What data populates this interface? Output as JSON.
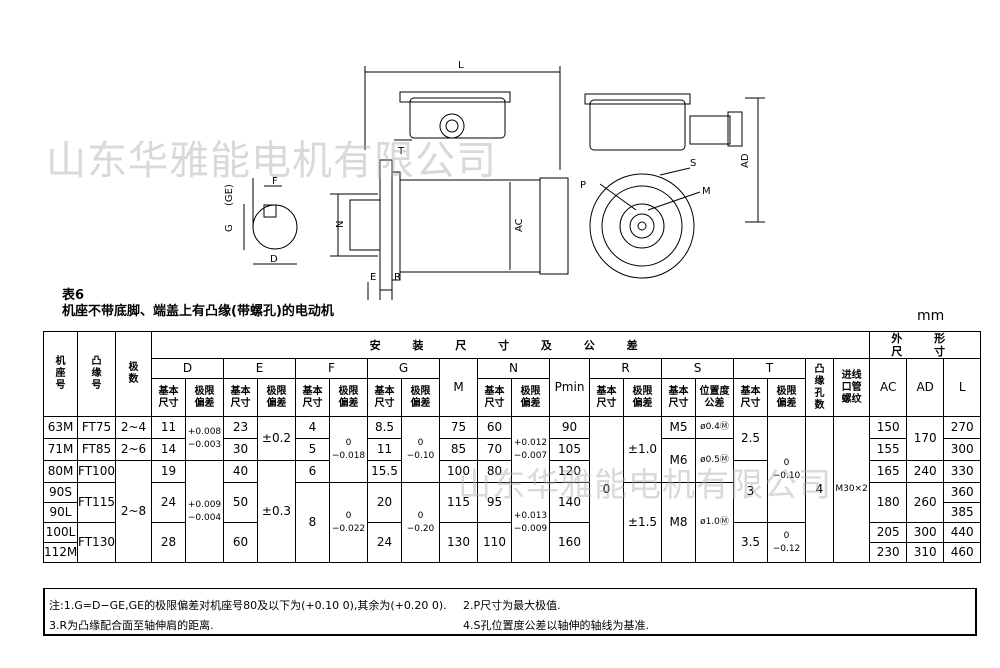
{
  "watermark": {
    "text": "山东华雅能电机有限公司"
  },
  "drawing_labels": {
    "L": "L",
    "T": "T",
    "AD": "AD",
    "AC": "AC",
    "N": "N",
    "E": "E",
    "R": "R",
    "F": "F",
    "GE": "(GE)",
    "G": "G",
    "D": "D",
    "P": "P",
    "S": "S",
    "M": "M"
  },
  "caption": {
    "line1": "表6",
    "line2": "机座不带底脚、端盖上有凸缘(带螺孔)的电动机"
  },
  "unit": "mm",
  "table": {
    "head_frame": "机\n座\n号",
    "head_flange": "凸\n缘\n号",
    "head_poles": "极\n数",
    "head_install": "安 装 尺 寸 及 公 差",
    "head_outline": "外 形 尺 寸",
    "groups": {
      "D": "D",
      "E": "E",
      "F": "F",
      "G": "G",
      "M": "M",
      "N": "N",
      "P": "Pmin",
      "R": "R",
      "S": "S",
      "T": "T"
    },
    "flange_holes": "凸\n缘\n孔\n数",
    "conduit": "进线\n口管\n螺纹",
    "sub": {
      "basic": "基本\n尺寸",
      "limit": "极限\n偏差",
      "pos": "位置度\n公差"
    },
    "AC": "AC",
    "AD": "AD",
    "L": "L",
    "rows": [
      {
        "frame": "63M",
        "flange": "FT75",
        "poles": "2~4",
        "D": "11",
        "E": "23",
        "F": "4",
        "G": "8.5",
        "M": "75",
        "N": "60",
        "P": "90",
        "S": "M5",
        "S_pos": "ø0.4Ⓜ",
        "AC": "150",
        "L": "270"
      },
      {
        "frame": "71M",
        "flange": "FT85",
        "poles": "2~6",
        "D": "14",
        "E": "30",
        "F": "5",
        "G": "11",
        "M": "85",
        "N": "70",
        "P": "105",
        "AC": "155",
        "L": "300"
      },
      {
        "frame": "80M",
        "flange": "FT100",
        "D": "19",
        "E": "40",
        "F": "6",
        "G": "15.5",
        "M": "100",
        "N": "80",
        "P": "120",
        "AC": "165",
        "AD": "240",
        "L": "330"
      },
      {
        "frame": "90S",
        "L": "360"
      },
      {
        "frame": "90L",
        "L": "385"
      },
      {
        "frame": "100L",
        "AC": "205",
        "AD": "300",
        "L": "440"
      },
      {
        "frame": "112M",
        "AC": "230",
        "AD": "310",
        "L": "460"
      }
    ],
    "merged": {
      "flange_90": "FT115",
      "flange_100": "FT130",
      "poles_80": "2~8",
      "D_90": "24",
      "D_100": "28",
      "E_90": "50",
      "E_100": "60",
      "F_90": "8",
      "G_90": "20",
      "G_100": "24",
      "M_90": "115",
      "N_90": "95",
      "M_100": "130",
      "N_100": "110",
      "P_90": "140",
      "P_100": "160",
      "D_tol1": "+0.008\n−0.003",
      "D_tol2": "+0.009\n−0.004",
      "E_tol1": "±0.2",
      "E_tol2": "±0.3",
      "F_tol1": "0\n−0.018",
      "F_tol2": "0\n−0.022",
      "G_tol1": "0\n−0.10",
      "G_tol2": "0\n−0.20",
      "N_tol1": "+0.012\n−0.007",
      "N_tol2": "+0.013\n−0.009",
      "R_val": "0",
      "R_tol1": "±1.0",
      "R_tol2": "±1.5",
      "S_71": "M6",
      "S_pos_71": "ø0.5Ⓜ",
      "S_80": "M8",
      "S_pos_80": "ø1.0Ⓜ",
      "T_1": "2.5",
      "T_2": "3",
      "T_3": "3.5",
      "T_tol1": "0\n−0.10",
      "T_tol2": "0\n−0.12",
      "holes": "4",
      "thread": "M30×2",
      "AD_63": "170"
    }
  },
  "notes": {
    "n1": "注:1.G=D−GE,GE的极限偏差对机座号80及以下为(+0.10 0),其余为(+0.20 0).",
    "n2": "2.P尺寸为最大极值.",
    "n3": "3.R为凸缘配合面至轴伸肩的距离.",
    "n4": "4.S孔位置度公差以轴伸的轴线为基准."
  }
}
